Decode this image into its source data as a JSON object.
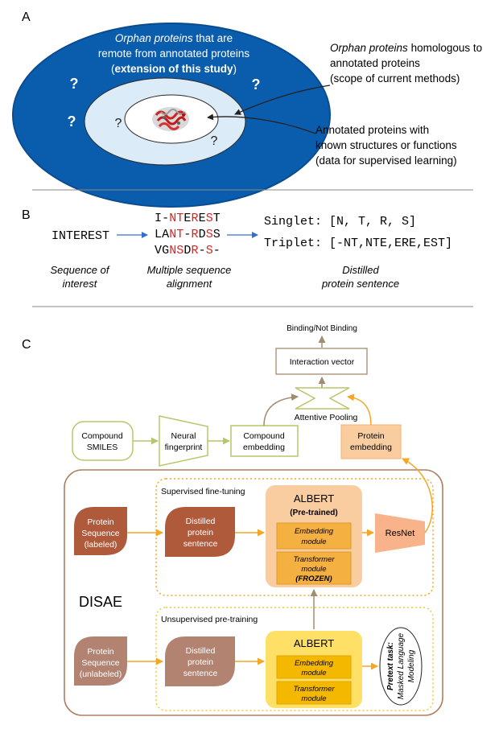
{
  "panel_a": {
    "label": "A",
    "outer_line1_italic": "Orphan proteins",
    "outer_line1_rest": " that are",
    "outer_line2": "remote from annotated proteins",
    "outer_line3_open": "(",
    "outer_line3_bold": "extension of this study",
    "outer_line3_close": ")",
    "q": "?",
    "middle_line1_italic": "Orphan proteins",
    "middle_line1_rest": " homologous to",
    "middle_line2": "annotated proteins",
    "middle_line3": "(scope of current methods)",
    "inner_line1": "Annotated proteins with",
    "inner_line2": "known structures or functions",
    "inner_line3": "(data for supervised learning)",
    "colors": {
      "outer": "#0a5cad",
      "middle": "#dcebf8",
      "inner": "#ffffff"
    }
  },
  "panel_b": {
    "label": "B",
    "interest": "INTEREST",
    "msa": [
      [
        "I",
        "-",
        "N",
        "T",
        "E",
        "R",
        "E",
        "S",
        "T"
      ],
      [
        "L",
        "A",
        "N",
        "T",
        "-",
        "R",
        "D",
        "S",
        "S"
      ],
      [
        "V",
        "G",
        "N",
        "S",
        "D",
        "R",
        "-",
        "S",
        "-"
      ]
    ],
    "highlight_columns": [
      2,
      3,
      5,
      7
    ],
    "singlet": "Singlet: [N, T, R, S]",
    "triplet": "Triplet: [-NT,NTE,ERE,EST]",
    "cap_seq_1": "Sequence of",
    "cap_seq_2": "interest",
    "cap_msa_1": "Multiple sequence",
    "cap_msa_2": "alignment",
    "cap_dist_1": "Distilled",
    "cap_dist_2": "protein sentence",
    "colors": {
      "highlight": "#e02020",
      "arrow": "#2f6fd0"
    }
  },
  "panel_c": {
    "label": "C",
    "binding": "Binding/Not Binding",
    "interaction_vector": "Interaction vector",
    "attentive_pooling": "Attentive Pooling",
    "compound_smiles_1": "Compound",
    "compound_smiles_2": "SMILES",
    "neural_fp_1": "Neural",
    "neural_fp_2": "fingerprint",
    "compound_emb_1": "Compound",
    "compound_emb_2": "embedding",
    "protein_emb_1": "Protein",
    "protein_emb_2": "embedding",
    "supervised": "Supervised fine-tuning",
    "unsupervised": "Unsupervised pre-training",
    "disae": "DISAE",
    "prot_seq_lab_1": "Protein",
    "prot_seq_lab_2": "Sequence",
    "prot_seq_lab_3": "(labeled)",
    "prot_seq_unl_1": "Protein",
    "prot_seq_unl_2": "Sequence",
    "prot_seq_unl_3": "(unlabeled)",
    "distilled_1": "Distilled",
    "distilled_2": "protein",
    "distilled_3": "sentence",
    "albert": "ALBERT",
    "pretrained": "(Pre-trained)",
    "embedding_module_1": "Embedding",
    "embedding_module_2": "module",
    "transformer_module_1": "Transformer",
    "transformer_module_2": "module",
    "frozen": "(FROZEN)",
    "resnet": "ResNet",
    "pretext_1": "Pretext task:",
    "pretext_2": "Masked Language",
    "pretext_3": "Modeling",
    "colors": {
      "orange": "#f5a623",
      "brown_dark": "#b05a3c",
      "brown_light": "#b28370",
      "gold": "#ffe066",
      "peach": "#f9cda0",
      "olive": "#b9c56a",
      "gray_arrow": "#a08c6e"
    }
  }
}
